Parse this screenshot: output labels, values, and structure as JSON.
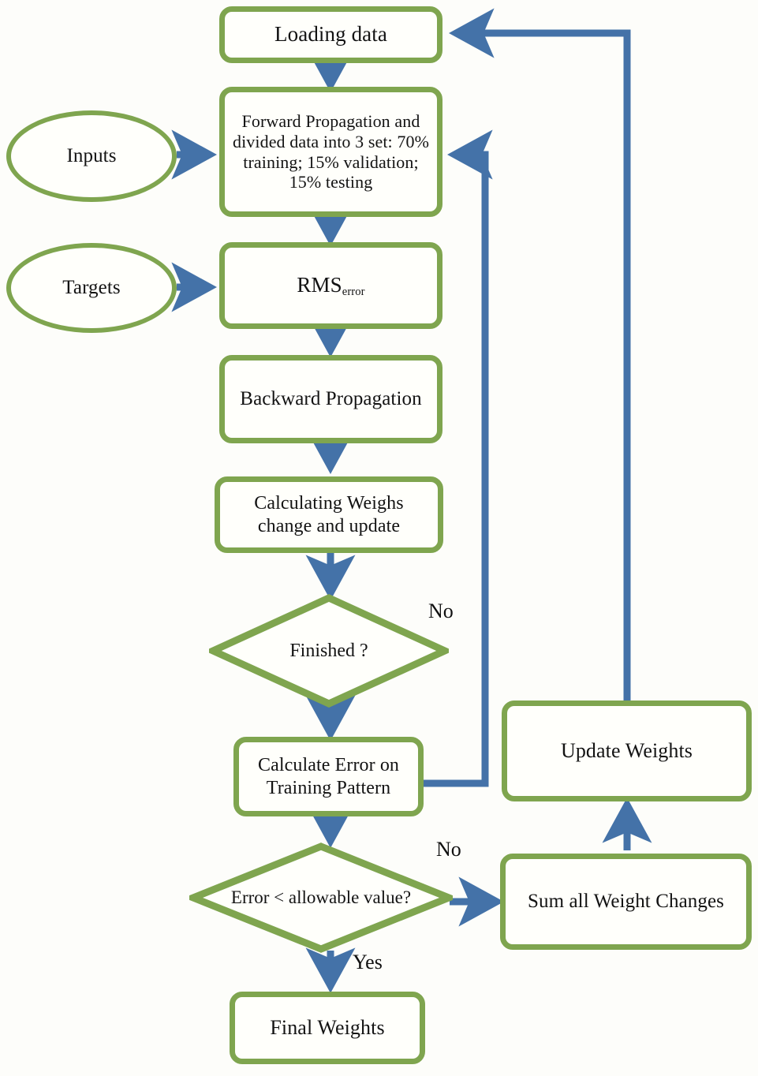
{
  "diagram": {
    "title": "Neural network backpropagation training flowchart",
    "colors": {
      "shape_border": "#7FA54F",
      "connector": "#4472A8",
      "shape_fill": "#FFFFFB",
      "text": "#131313",
      "background": "#FDFDFA"
    },
    "nodes": {
      "loading_data": {
        "label": "Loading data",
        "shape": "process"
      },
      "forward_propagation": {
        "label": "Forward Propagation and divided data into 3 set: 70% training; 15% validation; 15% testing",
        "shape": "process"
      },
      "inputs": {
        "label": "Inputs",
        "shape": "terminator"
      },
      "targets": {
        "label": "Targets",
        "shape": "terminator"
      },
      "rms_error": {
        "label_main": "RMS",
        "label_sub": "error",
        "shape": "process"
      },
      "backward_propagation": {
        "label": "Backward Propagation",
        "shape": "process"
      },
      "calculating_weighs": {
        "label": "Calculating Weighs change and update",
        "shape": "process"
      },
      "finished": {
        "label": "Finished ?",
        "shape": "decision"
      },
      "calculate_error": {
        "label": "Calculate Error on Training Pattern",
        "shape": "process"
      },
      "error_allowable": {
        "label": "Error < allowable value?",
        "shape": "decision"
      },
      "final_weights": {
        "label": "Final Weights",
        "shape": "process"
      },
      "update_weights": {
        "label": "Update Weights",
        "shape": "process"
      },
      "sum_weight_changes": {
        "label": "Sum all Weight Changes",
        "shape": "process"
      }
    },
    "edge_labels": {
      "finished_no": "No",
      "error_no": "No",
      "error_yes": "Yes"
    },
    "edges": [
      {
        "from": "loading_data",
        "to": "forward_propagation",
        "label": ""
      },
      {
        "from": "inputs",
        "to": "forward_propagation",
        "label": ""
      },
      {
        "from": "forward_propagation",
        "to": "rms_error",
        "label": ""
      },
      {
        "from": "targets",
        "to": "rms_error",
        "label": ""
      },
      {
        "from": "rms_error",
        "to": "backward_propagation",
        "label": ""
      },
      {
        "from": "backward_propagation",
        "to": "calculating_weighs",
        "label": ""
      },
      {
        "from": "calculating_weighs",
        "to": "finished",
        "label": ""
      },
      {
        "from": "finished",
        "to": "calculate_error",
        "label": "No"
      },
      {
        "from": "calculate_error",
        "to": "forward_propagation",
        "label": ""
      },
      {
        "from": "calculate_error",
        "to": "error_allowable",
        "label": ""
      },
      {
        "from": "error_allowable",
        "to": "sum_weight_changes",
        "label": "No"
      },
      {
        "from": "error_allowable",
        "to": "final_weights",
        "label": "Yes"
      },
      {
        "from": "sum_weight_changes",
        "to": "update_weights",
        "label": ""
      },
      {
        "from": "update_weights",
        "to": "loading_data",
        "label": ""
      }
    ]
  }
}
